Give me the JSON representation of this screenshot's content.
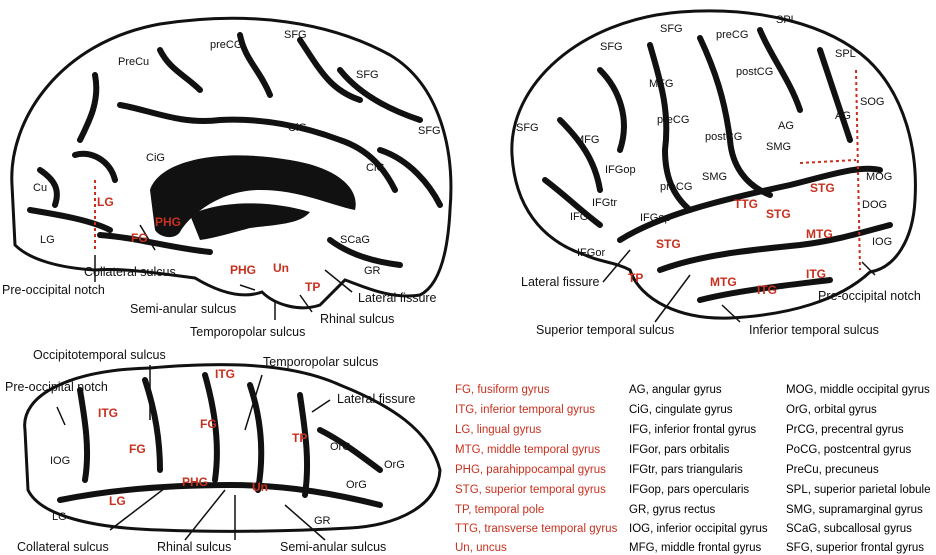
{
  "brains": {
    "medial": {
      "gyri_black": [
        "preCG",
        "SFG",
        "PreCu",
        "SFG",
        "CiG",
        "SFG",
        "CiG",
        "CiG",
        "Cu",
        "LG",
        "SCaG",
        "GR"
      ],
      "gyri_red": [
        "LG",
        "PHG",
        "FG",
        "PHG",
        "Un",
        "TP"
      ],
      "annotations": [
        "Collateral sulcus",
        "Pre-occipital notch",
        "Semi-anular sulcus",
        "Temporopolar sulcus",
        "Rhinal sulcus",
        "Lateral fissure"
      ]
    },
    "lateral": {
      "gyri_black": [
        "SPL",
        "SFG",
        "preCG",
        "SPL",
        "SFG",
        "postCG",
        "MFG",
        "AG",
        "SOG",
        "preCG",
        "AG",
        "SFG",
        "MFG",
        "postCG",
        "SMG",
        "IFGop",
        "MOG",
        "preCG",
        "SMG",
        "IFGtr",
        "DOG",
        "IFG",
        "IFGop",
        "IOG",
        "IFGor"
      ],
      "gyri_red": [
        "STG",
        "TTG",
        "STG",
        "STG",
        "MTG",
        "TP",
        "MTG",
        "ITG",
        "ITG"
      ],
      "annotations": [
        "Lateral fissure",
        "Pre-occipital notch",
        "Superior temporal sulcus",
        "Inferior temporal sulcus"
      ]
    },
    "basal": {
      "gyri_black": [
        "IOG",
        "OrG",
        "OrG",
        "OrG",
        "LG",
        "GR"
      ],
      "gyri_red": [
        "ITG",
        "ITG",
        "FG",
        "FG",
        "TP",
        "LG",
        "PHG",
        "Un"
      ],
      "annotations": [
        "Occipitotemporal sulcus",
        "Temporopolar sulcus",
        "Pre-occipital notch",
        "Lateral fissure",
        "Collateral sulcus",
        "Rhinal sulcus",
        "Semi-anular sulcus"
      ]
    }
  },
  "legend": {
    "col1": [
      "FG, fusiform gyrus",
      "ITG, inferior temporal gyrus",
      "LG, lingual gyrus",
      "MTG, middle temporal gyrus",
      "PHG, parahippocampal gyrus",
      "STG, superior temporal gyrus",
      "TP, temporal pole",
      "TTG, transverse temporal gyrus",
      "Un, uncus"
    ],
    "col2": [
      "AG, angular gyrus",
      "CiG, cingulate gyrus",
      "IFG, inferior frontal gyrus",
      "IFGor, pars orbitalis",
      "IFGtr, pars triangularis",
      "IFGop, pars opercularis",
      "GR, gyrus rectus",
      "IOG, inferior occipital gyrus",
      "MFG, middle frontal gyrus"
    ],
    "col3": [
      "MOG, middle occipital gyrus",
      "OrG, orbital gyrus",
      "PrCG, precentral gyrus",
      "PoCG, postcentral gyrus",
      "PreCu, precuneus",
      "SPL, superior parietal lobule",
      "SMG, supramarginal gyrus",
      "SCaG, subcallosal gyrus",
      "SFG, superior frontal gyrus"
    ]
  },
  "colors": {
    "highlight": "#c8301e",
    "sulcus": "#111111",
    "gyrus": "#ffffff"
  }
}
